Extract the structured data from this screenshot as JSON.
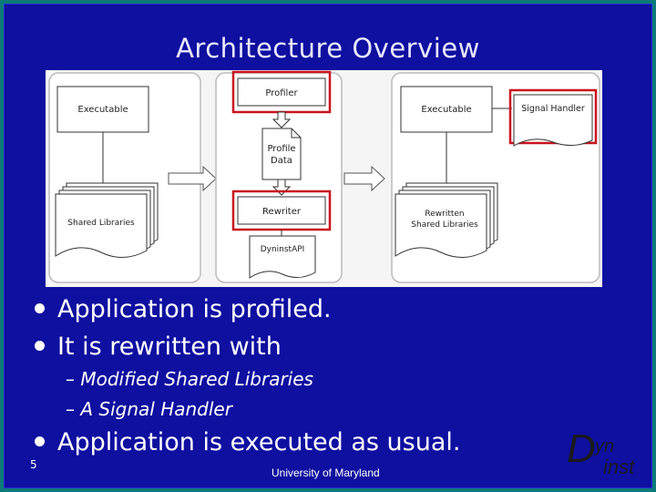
{
  "slide": {
    "title": "Architecture Overview",
    "slide_number": "5",
    "footer": "University of Maryland"
  },
  "diagram": {
    "panel1": {
      "executable": "Executable",
      "shared_libraries": "Shared Libraries"
    },
    "panel2": {
      "profiler": "Profiler",
      "profile_data_line1": "Profile",
      "profile_data_line2": "Data",
      "rewriter": "Rewriter",
      "dyninst_api": "DyninstAPI"
    },
    "panel3": {
      "executable": "Executable",
      "signal_handler": "Signal Handler",
      "rewritten_line1": "Rewritten",
      "rewritten_line2": "Shared Libraries"
    },
    "highlight_color": "#c8141e"
  },
  "bullets": {
    "b1": "Application is profiled.",
    "b2": "It is rewritten with",
    "sub1": "– Modified Shared Libraries",
    "sub2": "– A Signal Handler",
    "b3": "Application is executed as usual."
  },
  "logo": {
    "d": "D",
    "yn": "yn",
    "inst": "inst"
  }
}
